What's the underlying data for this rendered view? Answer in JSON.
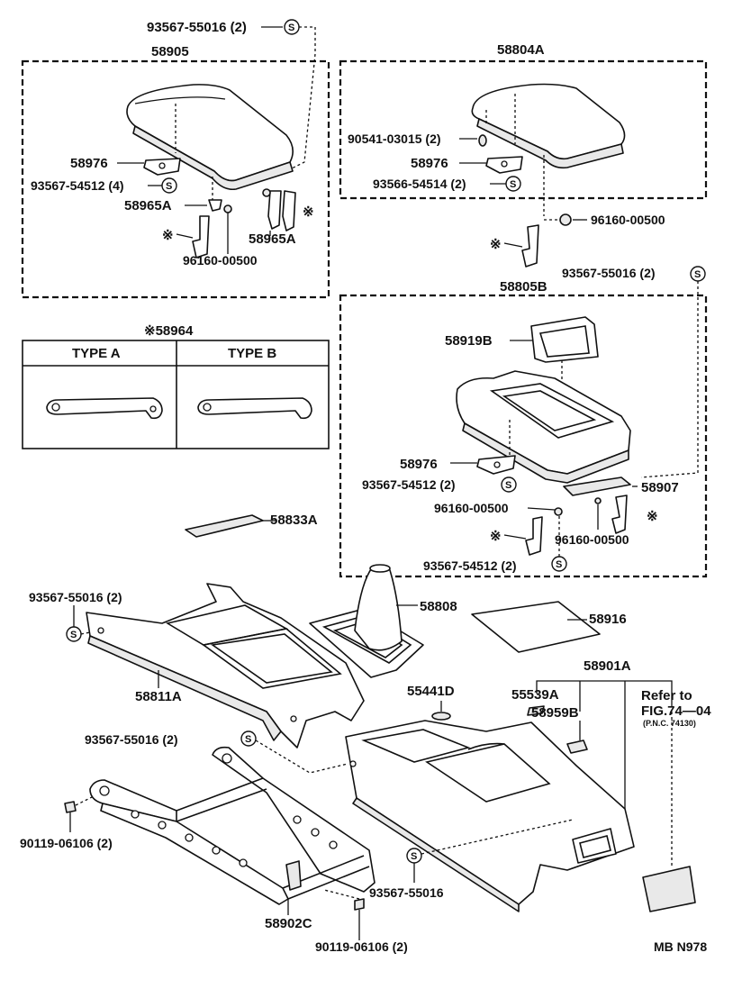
{
  "title": "",
  "part_numbers": {
    "p_9356755016_2_top": "93567-55016 (2)",
    "p_58905": "58905",
    "p_58804A": "58804A",
    "p_90541": "90541-03015 (2)",
    "p_58976_a": "58976",
    "p_58976_b": "58976",
    "p_58976_c": "58976",
    "p_9356754512_4": "93567-54512 (4)",
    "p_93566": "93566-54514 (2)",
    "p_58965A_a": "58965A",
    "p_58965A_b": "58965A",
    "p_96160_a": "96160-00500",
    "p_96160_b": "96160-00500",
    "p_96160_c": "96160-00500",
    "p_96160_d": "96160-00500",
    "p_9356755016_2_mid": "93567-55016 (2)",
    "p_58805B": "58805B",
    "p_58964": "※58964",
    "type_a": "TYPE A",
    "type_b": "TYPE B",
    "p_58919B": "58919B",
    "p_9356754512_2_a": "93567-54512 (2)",
    "p_9356754512_2_b": "93567-54512 (2)",
    "p_58907": "58907",
    "p_58833A": "58833A",
    "p_9356755016_2_left": "93567-55016 (2)",
    "p_58808": "58808",
    "p_58916": "58916",
    "p_58811A": "58811A",
    "p_58901A": "58901A",
    "p_55441D": "55441D",
    "p_55539A": "55539A",
    "p_58959B": "58959B",
    "refer_to": "Refer to",
    "fig_ref": "FIG.74—04",
    "pnc_ref": "(P.N.C. 74130)",
    "p_9356755016_2_low": "93567-55016 (2)",
    "p_90119_a": "90119-06106 (2)",
    "p_90119_b": "90119-06106 (2)",
    "p_9356755016_bottom": "93567-55016",
    "p_58902C": "58902C",
    "figure_code": "MB N978"
  },
  "symbols": {
    "s_mark": "S",
    "asterisk_mark": "※"
  }
}
